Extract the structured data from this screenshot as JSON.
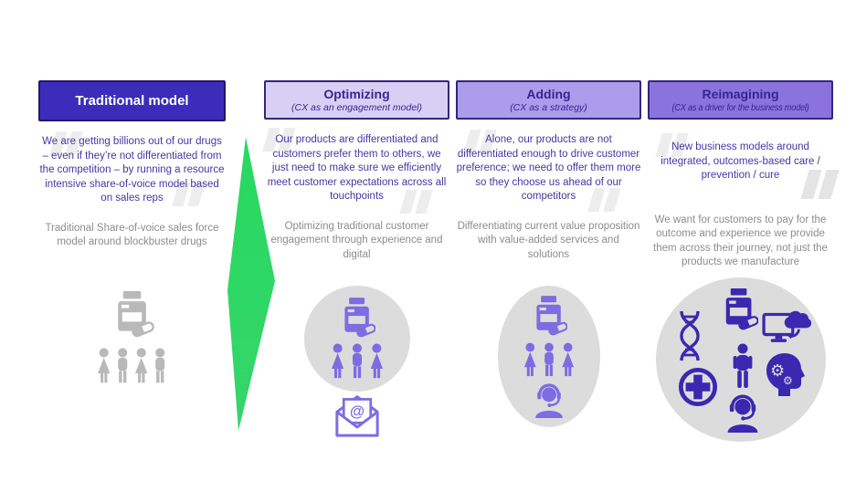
{
  "slide_kind": "cx-maturity-model",
  "colors": {
    "header_traditional_fill": "#3d2cbb",
    "header_optimizing_fill": "#d8cff5",
    "header_adding_fill": "#ab9cec",
    "header_reimagining_fill": "#8b73dd",
    "header_border": "#33267b",
    "quote_text": "#4636a3",
    "description_text": "#8c8c8c",
    "quote_mark": "#ededed",
    "circle_fill": "#dcdcdc",
    "gray_icon": "#b9b9b9",
    "purple_icon": "#7d6ce2",
    "indigo_icon": "#3b28b0",
    "arrow_green": "#24d75e"
  },
  "arrow": {
    "direction": "right",
    "color": "#24d75e"
  },
  "columns": [
    {
      "header": {
        "title": "Traditional model",
        "subtitle": ""
      },
      "quote": "We are getting billions out of our drugs – even if they’re not differentiated from the competition – by running a resource intensive share-of-voice model based on sales reps",
      "description": "Traditional Share-of-voice sales force model around blockbuster drugs",
      "icons": [
        "pill-bottle-icon",
        "people-group-icon"
      ]
    },
    {
      "header": {
        "title": "Optimizing",
        "subtitle": "(CX as an engagement model)"
      },
      "quote": "Our products are differentiated and customers prefer them to others, we just need to make sure we efficiently meet customer expectations across all touchpoints",
      "description": "Optimizing traditional customer engagement through experience and digital",
      "icons": [
        "pill-bottle-icon",
        "people-group-icon",
        "email-envelope-icon"
      ]
    },
    {
      "header": {
        "title": "Adding",
        "subtitle": "(CX as a strategy)"
      },
      "quote": "Alone, our products are not differentiated enough to drive customer preference; we need to offer them more so they choose us ahead of our competitors",
      "description": "Differentiating current value proposition with value-added services and solutions",
      "icons": [
        "pill-bottle-icon",
        "people-group-icon",
        "support-agent-icon"
      ]
    },
    {
      "header": {
        "title": "Reimagining",
        "subtitle": "(CX as a driver for the business model)"
      },
      "quote": "New business models around integrated, outcomes-based care / prevention / cure",
      "description": "We want for customers to pay for the outcome and experience we provide them across their journey, not just the products we manufacture",
      "icons": [
        "dna-icon",
        "pill-bottle-icon",
        "cloud-computing-icon",
        "person-icon",
        "medical-cross-icon",
        "mind-gears-icon",
        "support-agent-icon"
      ],
      "email_at_symbol": "@"
    }
  ]
}
